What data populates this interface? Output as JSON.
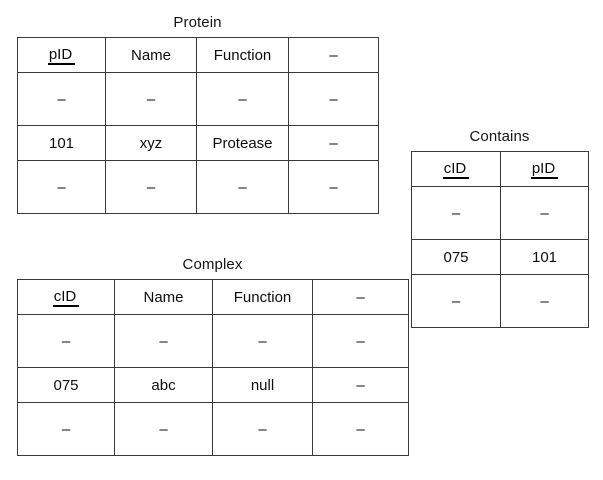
{
  "page": {
    "background_color": "#ffffff",
    "line_color": "#3a3a3a",
    "text_color": "#0d0d0d",
    "placeholder": "–"
  },
  "tables": {
    "protein": {
      "title": "Protein",
      "headers": [
        {
          "label": "pID",
          "primary_key": true
        },
        {
          "label": "Name",
          "primary_key": false
        },
        {
          "label": "Function",
          "primary_key": false
        },
        {
          "label": "–",
          "primary_key": false
        }
      ],
      "rows": [
        {
          "cells": [
            "–",
            "–",
            "–",
            "–"
          ]
        },
        {
          "cells": [
            "101",
            "xyz",
            "Protease",
            "–"
          ]
        },
        {
          "cells": [
            "–",
            "–",
            "–",
            "–"
          ]
        }
      ]
    },
    "complex": {
      "title": "Complex",
      "headers": [
        {
          "label": "cID",
          "primary_key": true
        },
        {
          "label": "Name",
          "primary_key": false
        },
        {
          "label": "Function",
          "primary_key": false
        },
        {
          "label": "–",
          "primary_key": false
        }
      ],
      "rows": [
        {
          "cells": [
            "–",
            "–",
            "–",
            "–"
          ]
        },
        {
          "cells": [
            "075",
            "abc",
            "null",
            "–"
          ]
        },
        {
          "cells": [
            "–",
            "–",
            "–",
            "–"
          ]
        }
      ]
    },
    "contains": {
      "title": "Contains",
      "headers": [
        {
          "label": "cID",
          "primary_key": true
        },
        {
          "label": "pID",
          "primary_key": true
        }
      ],
      "rows": [
        {
          "cells": [
            "–",
            "–"
          ]
        },
        {
          "cells": [
            "075",
            "101"
          ]
        },
        {
          "cells": [
            "–",
            "–"
          ]
        }
      ]
    }
  }
}
